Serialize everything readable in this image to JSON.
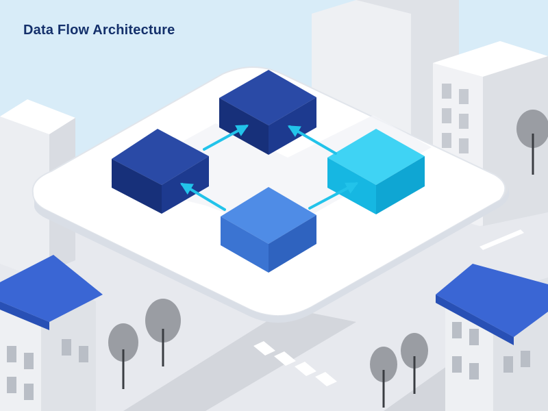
{
  "title": "Data Flow Architecture",
  "colors": {
    "sky": "#d8ecf8",
    "platform": "#ffffff",
    "navy_block": "#1b3a8c",
    "blue_block": "#3f7fdc",
    "cyan_block": "#1ec6ee",
    "arrow": "#22c3ea",
    "roof": "#3a66d4",
    "tree": "#9a9da3"
  },
  "nodes": [
    {
      "id": "navy-block-left",
      "color": "#1b3a8c"
    },
    {
      "id": "navy-block-top",
      "color": "#1b3a8c"
    },
    {
      "id": "cyan-block-right",
      "color": "#1ec6ee"
    },
    {
      "id": "blue-block-bottom",
      "color": "#3f7fdc"
    }
  ],
  "edges": [
    {
      "from": "navy-block-left",
      "to": "navy-block-top"
    },
    {
      "from": "cyan-block-right",
      "to": "navy-block-top"
    },
    {
      "from": "blue-block-bottom",
      "to": "navy-block-left"
    },
    {
      "from": "blue-block-bottom",
      "to": "cyan-block-right"
    }
  ]
}
